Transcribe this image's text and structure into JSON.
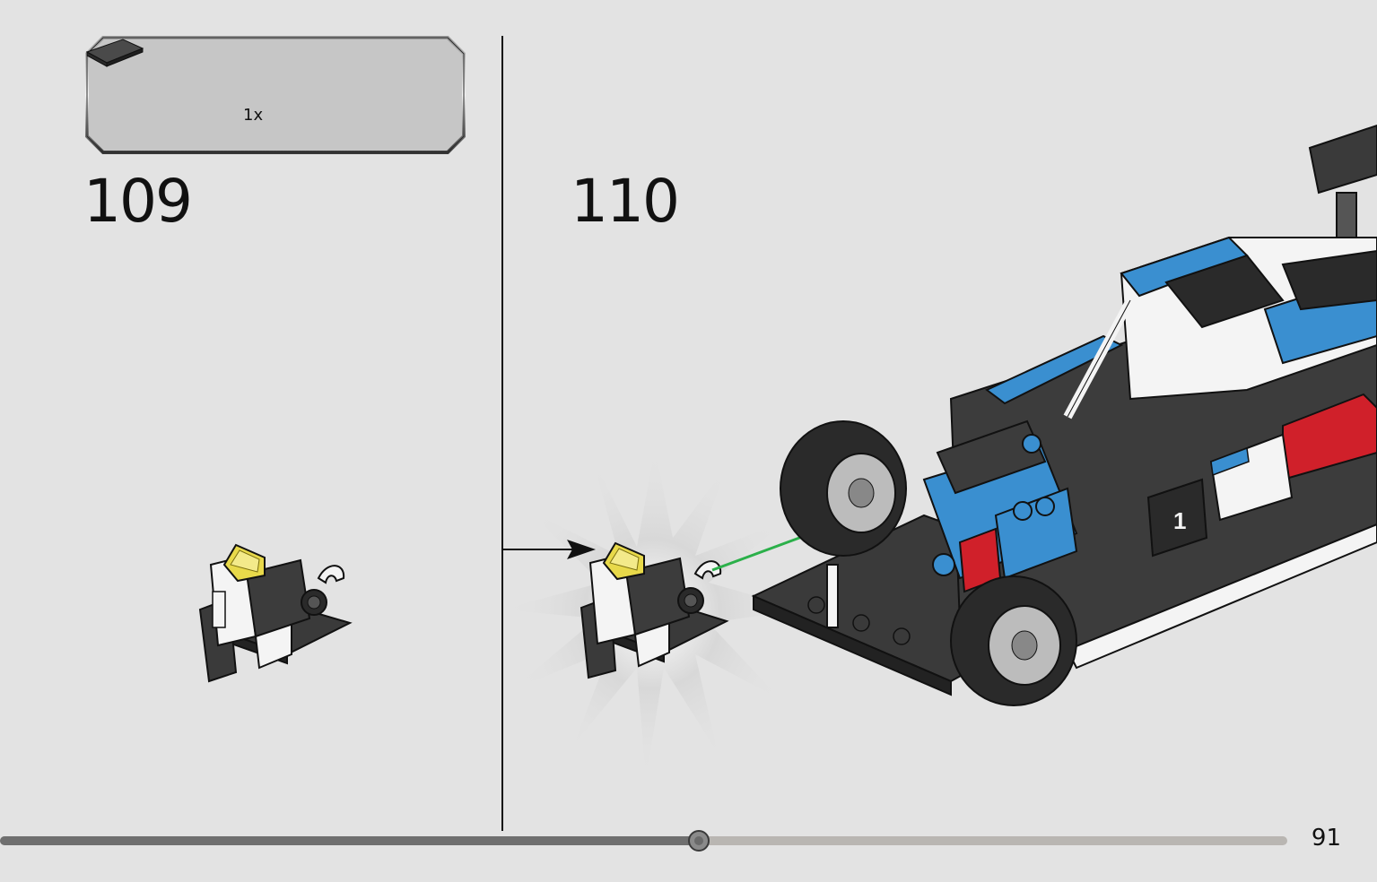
{
  "parts_list": {
    "quantity": "1x",
    "part_icon": "dark-gray-tile-icon"
  },
  "steps": {
    "left": "109",
    "right": "110"
  },
  "progress": {
    "fraction": 0.543
  },
  "page_number": "91",
  "colors": {
    "background": "#e3e3e3",
    "dark_brick": "#3a3a3a",
    "yellow_trans": "#e8d94a",
    "race_blue": "#3a8fd0",
    "race_red": "#d0202a",
    "connector_green": "#2bb04a"
  }
}
